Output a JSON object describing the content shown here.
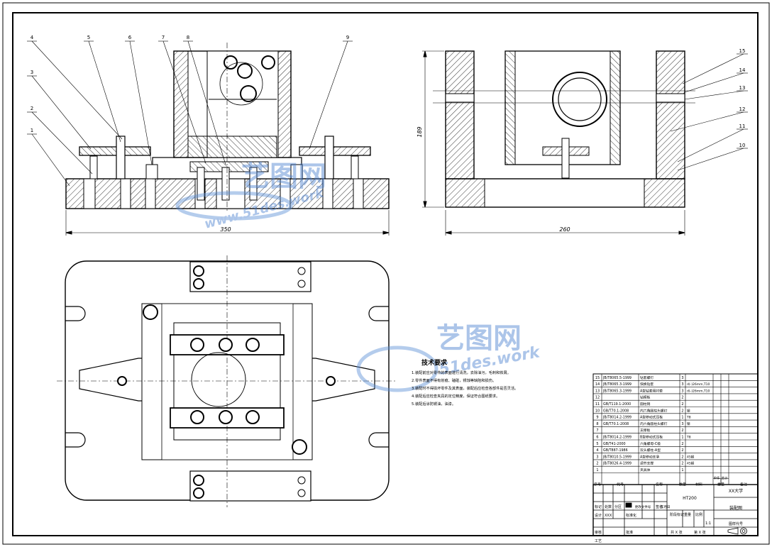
{
  "dimensions": {
    "front_width": "350",
    "side_width": "260",
    "side_height": "189"
  },
  "balloons": {
    "front": [
      "4",
      "5",
      "6",
      "7",
      "8",
      "9",
      "3",
      "2",
      "1"
    ],
    "side": [
      "15",
      "14",
      "13",
      "12",
      "11",
      "10"
    ]
  },
  "tech_requirements": {
    "title": "技术要求",
    "lines": [
      "1.装配前应对零件的表面进行清洗，去除油污，毛刺和铁屑。",
      "2.零件表面不得有划痕、磕碰，锈蚀等缺陷和损伤。",
      "3.装配时不得损坏零件及其表面，装配后应检查各部件是否灵活。",
      "4.装配后应检查夹具的定位精度，保证符合图纸要求。",
      "5.装配后涂防锈油，油漆。"
    ]
  },
  "bom": {
    "rows": [
      {
        "no": "15",
        "code": "JB/T8065.5-1999",
        "name": "钻套螺钉",
        "qty": "3",
        "note": ""
      },
      {
        "no": "14",
        "code": "JB/T8065.3-1999",
        "name": "快换钻套",
        "qty": "3",
        "note": "d(-)26mm,T10"
      },
      {
        "no": "13",
        "code": "JB/T8065.3-1999",
        "name": "A型钻套用衬套",
        "qty": "3",
        "note": "d(-)26mm,T10"
      },
      {
        "no": "12",
        "code": "",
        "name": "钻模板",
        "qty": "2",
        "note": ""
      },
      {
        "no": "11",
        "code": "GB/T119.1-2000",
        "name": "圆柱销",
        "qty": "2",
        "note": ""
      },
      {
        "no": "10",
        "code": "GB/T70.1-2008",
        "name": "内六角圆柱头螺钉",
        "qty": "2",
        "note": "钢"
      },
      {
        "no": "9",
        "code": "JB/T8014.2-1999",
        "name": "A型移动式压板",
        "qty": "1",
        "note": "T8"
      },
      {
        "no": "8",
        "code": "GB/T70.1-2008",
        "name": "内六角圆柱头螺钉",
        "qty": "3",
        "note": "钢"
      },
      {
        "no": "7",
        "code": "",
        "name": "支撑板",
        "qty": "2",
        "note": ""
      },
      {
        "no": "6",
        "code": "JB/T8014.2-1999",
        "name": "B型移动式压板",
        "qty": "1",
        "note": "T8"
      },
      {
        "no": "5",
        "code": "GB/T41-2000",
        "name": "六角螺母-C级",
        "qty": "2",
        "note": ""
      },
      {
        "no": "4",
        "code": "GB/T887-1986",
        "name": "双头螺柱-A型",
        "qty": "2",
        "note": ""
      },
      {
        "no": "3",
        "code": "JB/T8010.5-1999",
        "name": "A型移动支承",
        "qty": "2",
        "note": "45钢"
      },
      {
        "no": "2",
        "code": "JB/T8026.4-1999",
        "name": "调节支撑",
        "qty": "2",
        "note": "45钢"
      },
      {
        "no": "1",
        "code": "",
        "name": "夹具体",
        "qty": "1",
        "note": ""
      }
    ],
    "header": {
      "no": "序号",
      "code": "代号",
      "name": "名称",
      "qty": "数量",
      "material": "材料",
      "single_mass": "单件",
      "total_mass": "总计",
      "mass": "重量",
      "note": "备注"
    }
  },
  "title_block": {
    "material": "HT200",
    "school": "XX大学",
    "drawing_name": "装配图",
    "drawing_code": "图样代号",
    "labels": {
      "mark": "标记",
      "count": "处数",
      "zone": "分区",
      "change_doc": "更改文件号",
      "sign": "签名",
      "date": "年月日",
      "design": "设计",
      "standardize": "标准化",
      "stage_mark": "阶段标记",
      "weight": "重量",
      "scale": "比例",
      "review": "审核",
      "process": "工艺",
      "approve": "批准",
      "sheet_total": "共 X 张",
      "sheet_no": "第 X 张"
    },
    "designer": "XXX",
    "scale": "1:1"
  },
  "watermark": {
    "brand": "艺图网",
    "url_front": "www.51des.work",
    "url_plan": "51des.work"
  }
}
